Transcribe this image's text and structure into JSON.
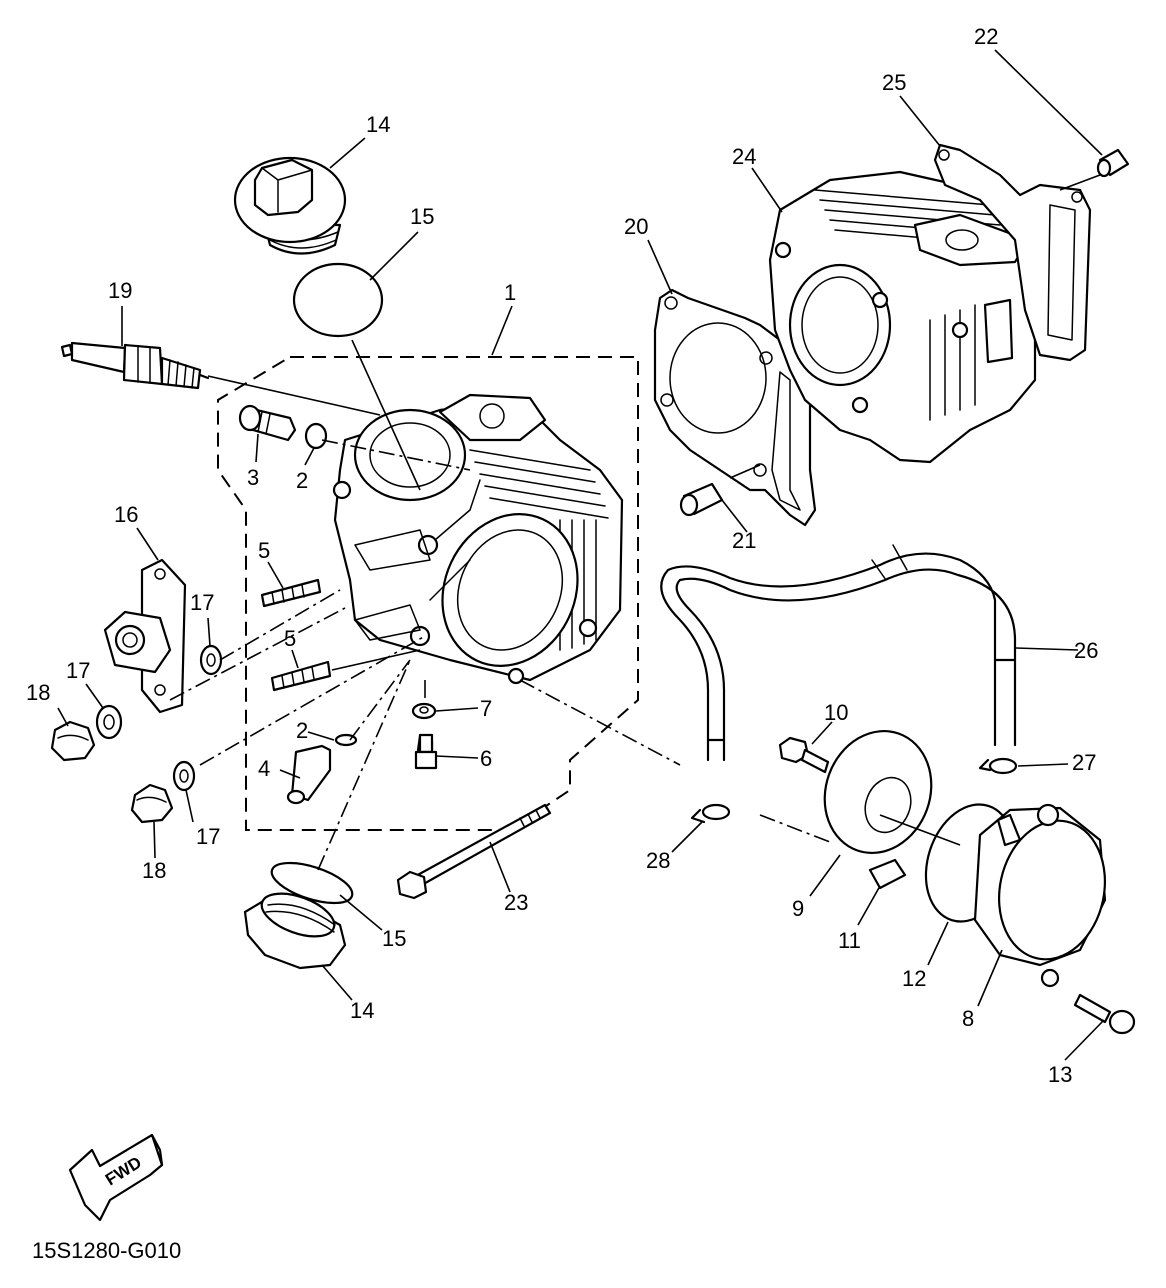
{
  "diagram": {
    "code": "15S1280-G010",
    "fwd_label": "FWD",
    "callouts": [
      {
        "id": "c1",
        "label": "1"
      },
      {
        "id": "c2a",
        "label": "2"
      },
      {
        "id": "c2b",
        "label": "2"
      },
      {
        "id": "c3",
        "label": "3"
      },
      {
        "id": "c4",
        "label": "4"
      },
      {
        "id": "c5a",
        "label": "5"
      },
      {
        "id": "c5b",
        "label": "5"
      },
      {
        "id": "c6",
        "label": "6"
      },
      {
        "id": "c7",
        "label": "7"
      },
      {
        "id": "c8",
        "label": "8"
      },
      {
        "id": "c9",
        "label": "9"
      },
      {
        "id": "c10",
        "label": "10"
      },
      {
        "id": "c11",
        "label": "11"
      },
      {
        "id": "c12",
        "label": "12"
      },
      {
        "id": "c13",
        "label": "13"
      },
      {
        "id": "c14a",
        "label": "14"
      },
      {
        "id": "c14b",
        "label": "14"
      },
      {
        "id": "c15a",
        "label": "15"
      },
      {
        "id": "c15b",
        "label": "15"
      },
      {
        "id": "c16",
        "label": "16"
      },
      {
        "id": "c17a",
        "label": "17"
      },
      {
        "id": "c17b",
        "label": "17"
      },
      {
        "id": "c17c",
        "label": "17"
      },
      {
        "id": "c18a",
        "label": "18"
      },
      {
        "id": "c18b",
        "label": "18"
      },
      {
        "id": "c19",
        "label": "19"
      },
      {
        "id": "c20",
        "label": "20"
      },
      {
        "id": "c21",
        "label": "21"
      },
      {
        "id": "c22",
        "label": "22"
      },
      {
        "id": "c23",
        "label": "23"
      },
      {
        "id": "c24",
        "label": "24"
      },
      {
        "id": "c25",
        "label": "25"
      },
      {
        "id": "c26",
        "label": "26"
      },
      {
        "id": "c27",
        "label": "27"
      },
      {
        "id": "c28",
        "label": "28"
      }
    ]
  }
}
